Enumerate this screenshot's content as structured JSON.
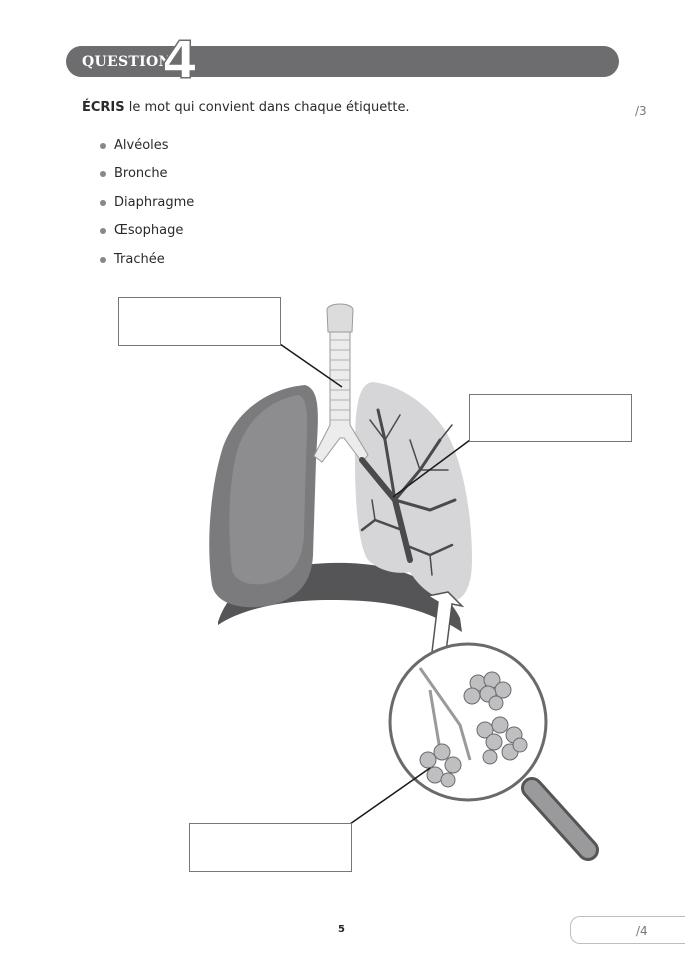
{
  "header": {
    "question_label": "QUESTION",
    "question_number": "4"
  },
  "instruction": {
    "verb": "ÉCRIS",
    "text": " le mot qui convient dans chaque étiquette."
  },
  "score_top": "/3",
  "word_bank": [
    "Alvéoles",
    "Bronche",
    "Diaphragme",
    "Œsophage",
    "Trachée"
  ],
  "labels": [
    {
      "id": "label-top-left",
      "value": ""
    },
    {
      "id": "label-right",
      "value": ""
    },
    {
      "id": "label-bottom",
      "value": ""
    }
  ],
  "footer": {
    "page_number": "5",
    "score_bottom": "/4"
  }
}
